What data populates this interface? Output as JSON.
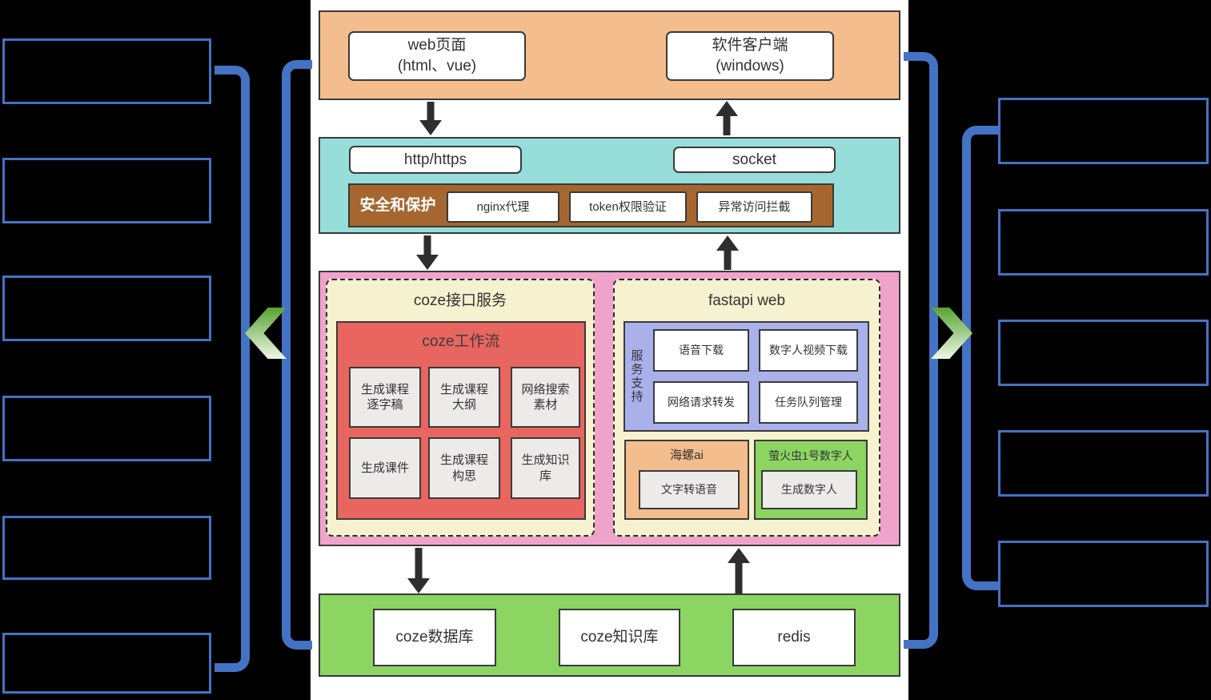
{
  "palette": {
    "background": "#000000",
    "connector_blue": "#4472C4",
    "chevron_green": "#58a332",
    "client_layer_orange": "#f3bd8d",
    "transport_cyan": "#97dedb",
    "security_brown": "#a6662f",
    "service_pink": "#f0a3ca",
    "section_cream": "#f6f1cf",
    "workflow_red": "#e96560",
    "support_purple": "#aab0ea",
    "digital_green": "#8cd563",
    "arrow_black": "#2e2e2e"
  },
  "left_panel": {
    "redacted_box_count": 6
  },
  "right_panel": {
    "redacted_box_count": 5
  },
  "client_layer": {
    "web": "web页面\n(html、vue)",
    "client": "软件客户端\n(windows)"
  },
  "transport_layer": {
    "http": "http/https",
    "socket": "socket",
    "security": {
      "title": "安全和保护",
      "items": [
        "nginx代理",
        "token权限验证",
        "异常访问拦截"
      ]
    }
  },
  "service_layer": {
    "coze": {
      "title": "coze接口服务",
      "workflow": {
        "title": "coze工作流",
        "items": [
          "生成课程逐字稿",
          "生成课程大纲",
          "网络搜索素材",
          "生成课件",
          "生成课程构思",
          "生成知识库"
        ]
      }
    },
    "fastapi": {
      "title": "fastapi web",
      "support": {
        "title": "服务支持",
        "items": [
          "语音下载",
          "数字人视频下载",
          "网络请求转发",
          "任务队列管理"
        ]
      },
      "hailuo": {
        "title": "海螺ai",
        "item": "文字转语音"
      },
      "firefly": {
        "title": "萤火虫1号数字人",
        "item": "生成数字人"
      }
    }
  },
  "data_layer": {
    "items": [
      "coze数据库",
      "coze知识库",
      "redis"
    ]
  }
}
